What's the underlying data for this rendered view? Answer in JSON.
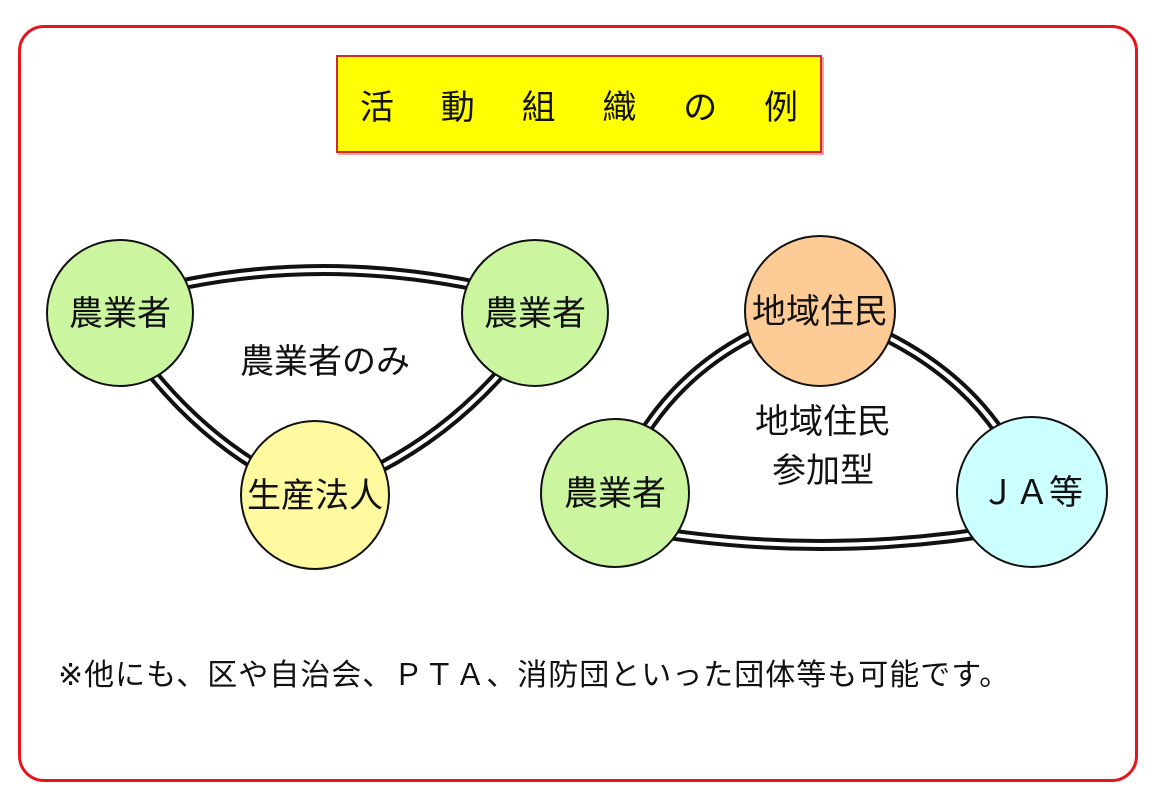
{
  "title": "活 動 組 織 の 例",
  "diagram_left": {
    "center_label": "農業者のみ",
    "nodes": [
      {
        "label": "農業者",
        "color": "#ccf5a0"
      },
      {
        "label": "農業者",
        "color": "#ccf5a0"
      },
      {
        "label": "生産法人",
        "color": "#fffaa0"
      }
    ]
  },
  "diagram_right": {
    "center_label_line1": "地域住民",
    "center_label_line2": "参加型",
    "nodes": [
      {
        "label": "地域住民",
        "color": "#fccb96"
      },
      {
        "label": "農業者",
        "color": "#ccf5a0"
      },
      {
        "label": "ＪＡ等",
        "color": "#ccffff"
      }
    ]
  },
  "footnote": "※他にも、区や自治会、ＰＴＡ、消防団といった団体等も可能です。",
  "colors": {
    "frame": "#e8141b",
    "title_bg": "#ffff00"
  }
}
